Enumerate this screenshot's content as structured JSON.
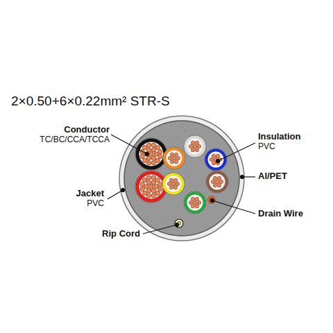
{
  "diagram": {
    "title": "2×0.50+6×0.22mm² STR-S",
    "labels": [
      "Conductor",
      "TC/BC/CCA/TCCA",
      "Insulation",
      "PVC",
      "Al/PET",
      "Jacket",
      "PVC",
      "Drain Wire",
      "Rip Cord"
    ]
  }
}
